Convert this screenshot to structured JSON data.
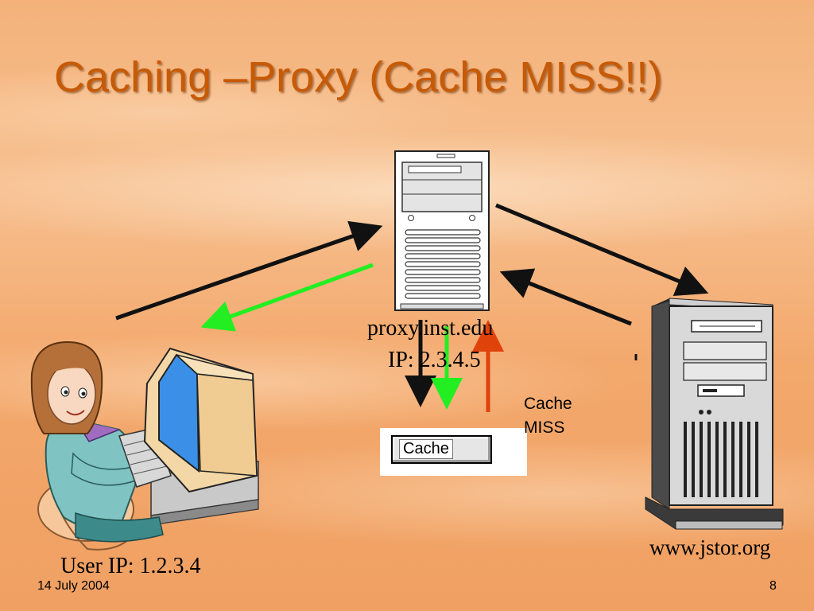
{
  "slide": {
    "title": "Caching –Proxy (Cache MISS!!)",
    "date": "14 July 2004",
    "page_number": "8"
  },
  "proxy": {
    "hostname": "proxy.inst.edu",
    "ip_label": "IP: 2.3.4.5"
  },
  "cache": {
    "label": "Cache",
    "miss_line1": "Cache",
    "miss_line2": "MISS"
  },
  "user": {
    "ip_label": "User IP: 1.2.3.4"
  },
  "origin_server": {
    "hostname": "www.jstor.org"
  },
  "colors": {
    "title": "#c65a06",
    "request_arrow": "#111111",
    "response_arrow": "#22ee22",
    "cache_miss_arrow": "#e0420c"
  }
}
